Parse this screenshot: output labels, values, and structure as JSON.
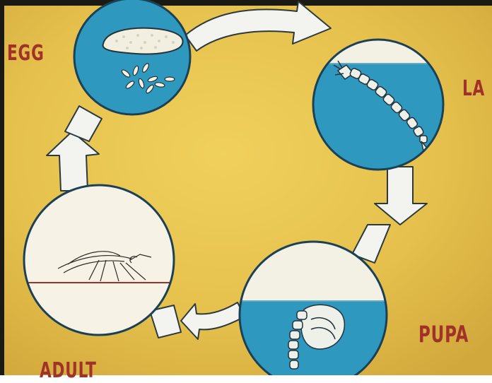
{
  "diagram": {
    "type": "life-cycle",
    "stages": [
      {
        "id": "egg",
        "label": "EGG"
      },
      {
        "id": "larva",
        "label": "LA"
      },
      {
        "id": "pupa",
        "label": "PUPA"
      },
      {
        "id": "adult",
        "label": "ADULT"
      }
    ],
    "flow": [
      "egg",
      "larva",
      "pupa",
      "adult",
      "egg"
    ]
  },
  "colors": {
    "background": "#e3c04f",
    "water": "#2e98bf",
    "air": "#f2f1e3",
    "outline": "#1c4157",
    "arrow": "#f3f3ef",
    "label": "#a0322a"
  }
}
